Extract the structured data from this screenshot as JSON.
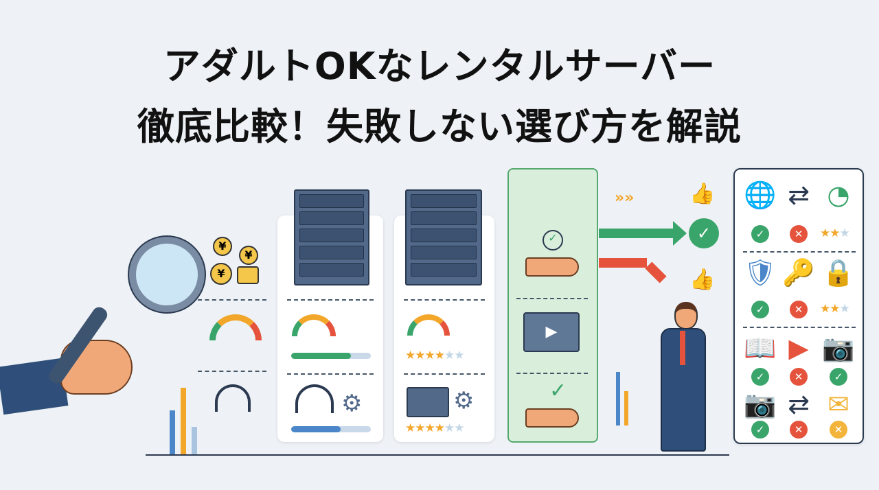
{
  "title": {
    "line1": "アダルトOKなレンタルサーバー",
    "line2": "徹底比較！失敗しない選び方を解説"
  },
  "colors": {
    "background": "#eef2f6",
    "ok": "#3aa56a",
    "ng": "#e5533c",
    "warn": "#f2b43a",
    "accent": "#4a86c8",
    "highlight_panel": "#d9efdc"
  },
  "server_cards": [
    {
      "speed_bar_percent": 75,
      "support_bar_percent": 62
    },
    {
      "speed_stars": 4,
      "feature_stars": 4,
      "stars_max": 6
    }
  ],
  "icons": {
    "yen": "¥"
  },
  "comparison": {
    "rows": [
      {
        "icons": [
          "globe-icon",
          "transfer-icon",
          "speedometer-icon"
        ],
        "results": [
          "ok",
          "ng",
          "stars"
        ],
        "stars": 2,
        "stars_max": 3
      },
      {
        "icons": [
          "shield-icon",
          "key-icon",
          "lock-icon"
        ],
        "results": [
          "ok",
          "ng",
          "stars"
        ],
        "stars": 2,
        "stars_max": 3
      },
      {
        "icons": [
          "book-icon",
          "video-icon",
          "camera-icon"
        ],
        "results": [
          "ok",
          "ng",
          "ok"
        ]
      },
      {
        "icons": [
          "camera-icon",
          "transfer-icon",
          "mail-icon"
        ],
        "results": [
          "ok",
          "ng",
          "warn"
        ]
      }
    ]
  }
}
